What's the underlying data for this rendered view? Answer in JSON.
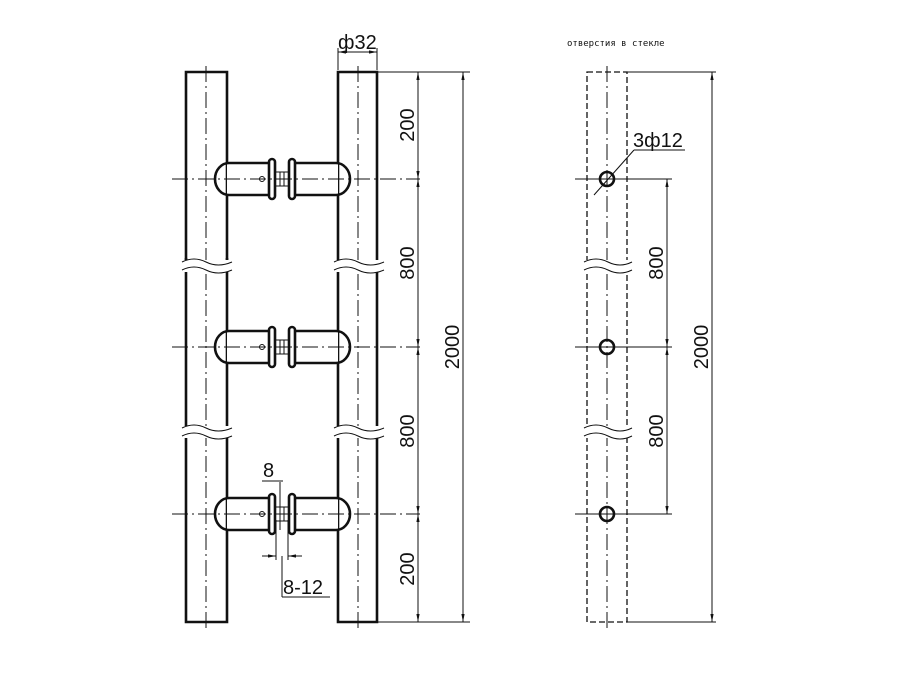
{
  "drawing": {
    "note": "отверстия в стекле",
    "diameter_label": "ф32",
    "hole_label": "3ф12",
    "gap_label": "8",
    "glass_label": "8-12",
    "dims_left": [
      "200",
      "800",
      "800",
      "200"
    ],
    "total_left": "2000",
    "dims_right": [
      "800",
      "800"
    ],
    "total_right": "2000"
  }
}
